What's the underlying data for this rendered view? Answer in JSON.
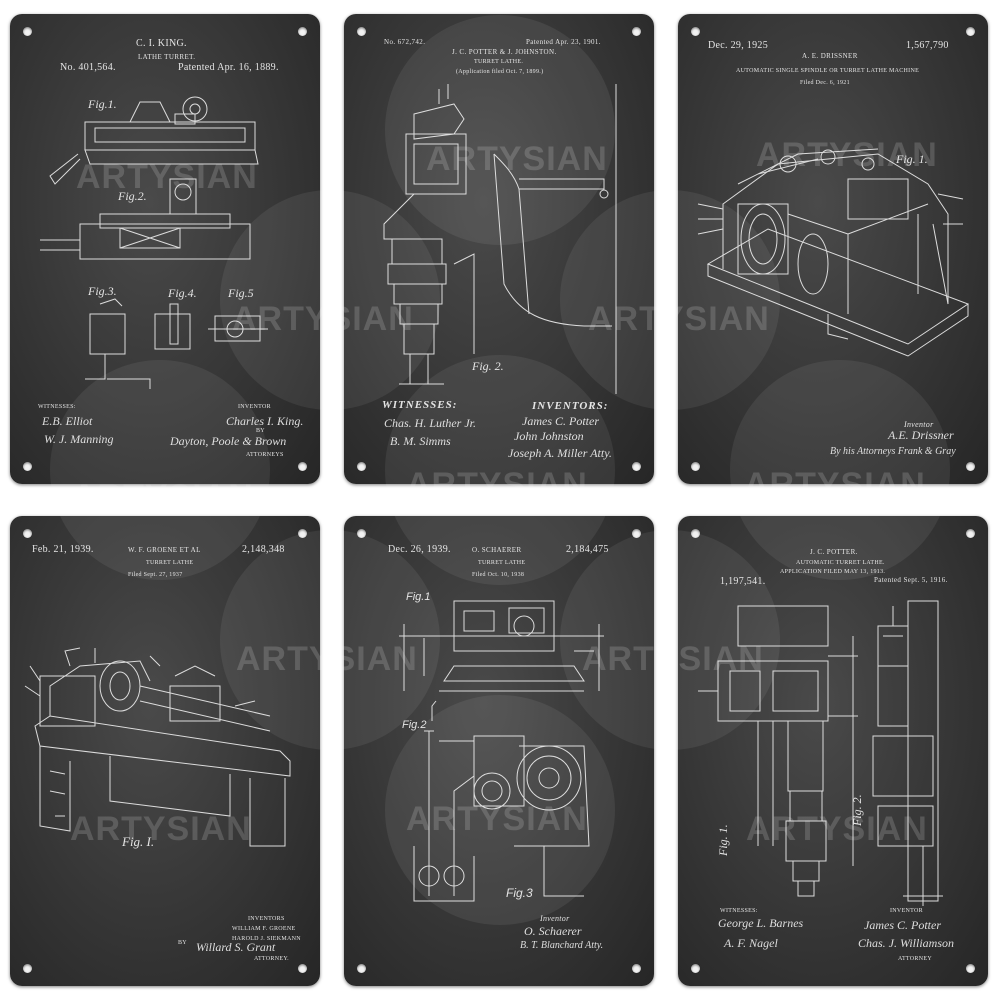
{
  "watermark": "ARTYSIAN",
  "signs": [
    {
      "header_left": "C. I. KING.",
      "title": "LATHE TURRET.",
      "number": "No. 401,564.",
      "date": "Patented Apr. 16, 1889.",
      "figs": [
        "Fig.1.",
        "Fig.2.",
        "Fig.3.",
        "Fig.4.",
        "Fig.5"
      ],
      "witnesses_label": "WITNESSES:",
      "inventor_label": "INVENTOR",
      "by_label": "BY",
      "attorneys_label": "ATTORNEYS",
      "sig1": "E.B. Elliot",
      "sig2": "W. J. Manning",
      "sig3": "Charles I. King.",
      "sig4": "Dayton, Poole & Brown"
    },
    {
      "number": "No. 672,742.",
      "header": "J. C. POTTER & J. JOHNSTON.",
      "date": "Patented Apr. 23, 1901.",
      "title": "TURRET LATHE.",
      "application": "(Application filed Oct. 7, 1899.)",
      "fig": "Fig. 2.",
      "witnesses_label": "WITNESSES:",
      "inventors_label": "INVENTORS:",
      "sig1": "Chas. H. Luther Jr.",
      "sig2": "B. M. Simms",
      "sig3": "James C. Potter",
      "sig4": "John Johnston",
      "sig5": "Joseph A. Miller Atty."
    },
    {
      "date": "Dec. 29, 1925",
      "header": "A. E. DRISSNER",
      "number": "1,567,790",
      "title": "AUTOMATIC SINGLE SPINDLE OR TURRET LATHE MACHINE",
      "filed": "Filed Dec. 6, 1921",
      "fig": "Fig. 1.",
      "inventor_label": "Inventor",
      "sig1": "A.E. Drissner",
      "sig2": "By his Attorneys Frank & Gray"
    },
    {
      "date": "Feb. 21, 1939.",
      "header": "W. F. GROENE ET AL",
      "number": "2,148,348",
      "title": "TURRET LATHE",
      "filed": "Filed Sept. 27, 1937",
      "fig": "Fig. I.",
      "inventors_label": "INVENTORS",
      "inventor1": "WILLIAM F. GROENE",
      "inventor2": "HAROLD J. SIEKMANN",
      "by_label": "BY",
      "attorney_label": "ATTORNEY.",
      "sig1": "Willard S. Grant"
    },
    {
      "date": "Dec. 26, 1939.",
      "header": "O. SCHAERER",
      "number": "2,184,475",
      "title": "TURRET LATHE",
      "filed": "Filed Oct. 10, 1938",
      "figs": [
        "Fig.1",
        "Fig.2",
        "Fig.3"
      ],
      "inventor_label": "Inventor",
      "sig1": "O. Schaerer",
      "sig2": "B. T. Blanchard Atty."
    },
    {
      "header": "J. C. POTTER.",
      "title": "AUTOMATIC TURRET LATHE.",
      "application": "APPLICATION FILED MAY 13, 1913.",
      "number": "1,197,541.",
      "date": "Patented Sept. 5, 1916.",
      "figs": [
        "Fig. 1.",
        "Fig. 2."
      ],
      "witnesses_label": "WITNESSES:",
      "inventor_label": "INVENTOR",
      "attorney_label": "ATTORNEY",
      "sig1": "George L. Barnes",
      "sig2": "A. F. Nagel",
      "sig3": "James C. Potter",
      "sig4": "Chas. J. Williamson"
    }
  ]
}
